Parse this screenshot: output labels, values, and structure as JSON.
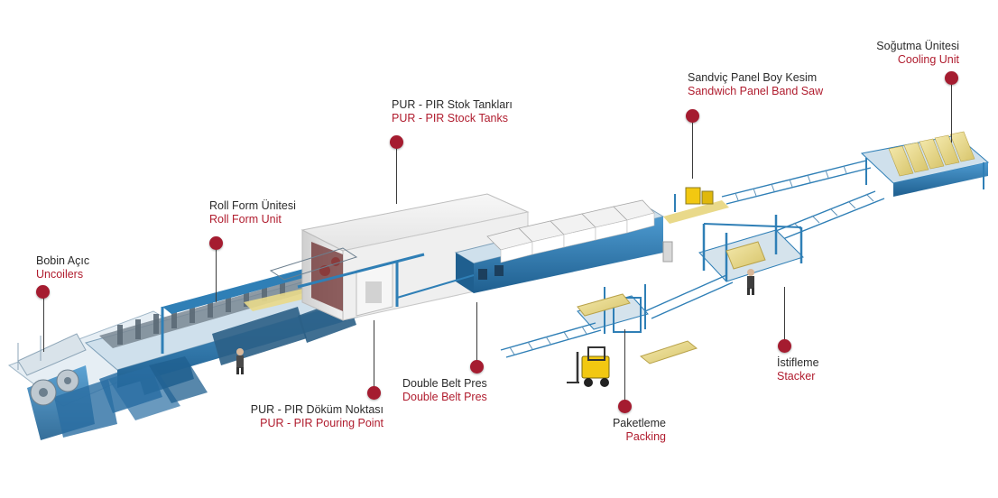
{
  "labels": {
    "bobin": {
      "tr": "Bobin Açıc",
      "en": "Uncoilers"
    },
    "rollform": {
      "tr": "Roll Form Ünitesi",
      "en": "Roll Form Unit"
    },
    "stoktank": {
      "tr": "PUR - PIR Stok Tankları",
      "en": "PUR - PIR Stock Tanks"
    },
    "dokum": {
      "tr": "PUR - PIR Döküm Noktası",
      "en": "PUR - PIR Pouring Point"
    },
    "doublebelt": {
      "tr": "Double Belt Pres",
      "en": "Double Belt Pres"
    },
    "boykesim": {
      "tr": "Sandviç Panel Boy Kesim",
      "en": "Sandwich Panel Band Saw"
    },
    "sogutma": {
      "tr": "Soğutma Ünitesi",
      "en": "Cooling Unit"
    },
    "istifleme": {
      "tr": "İstifleme",
      "en": "Stacker"
    },
    "paketleme": {
      "tr": "Paketleme",
      "en": "Packing"
    }
  },
  "colors": {
    "accent": "#a51c30",
    "label_red": "#b01c2e",
    "machine_blue": "#2f7fb6",
    "tank_grey": "#dcdcdc",
    "panel_yellow": "#e9d98a",
    "forklift_yellow": "#f2c811"
  }
}
